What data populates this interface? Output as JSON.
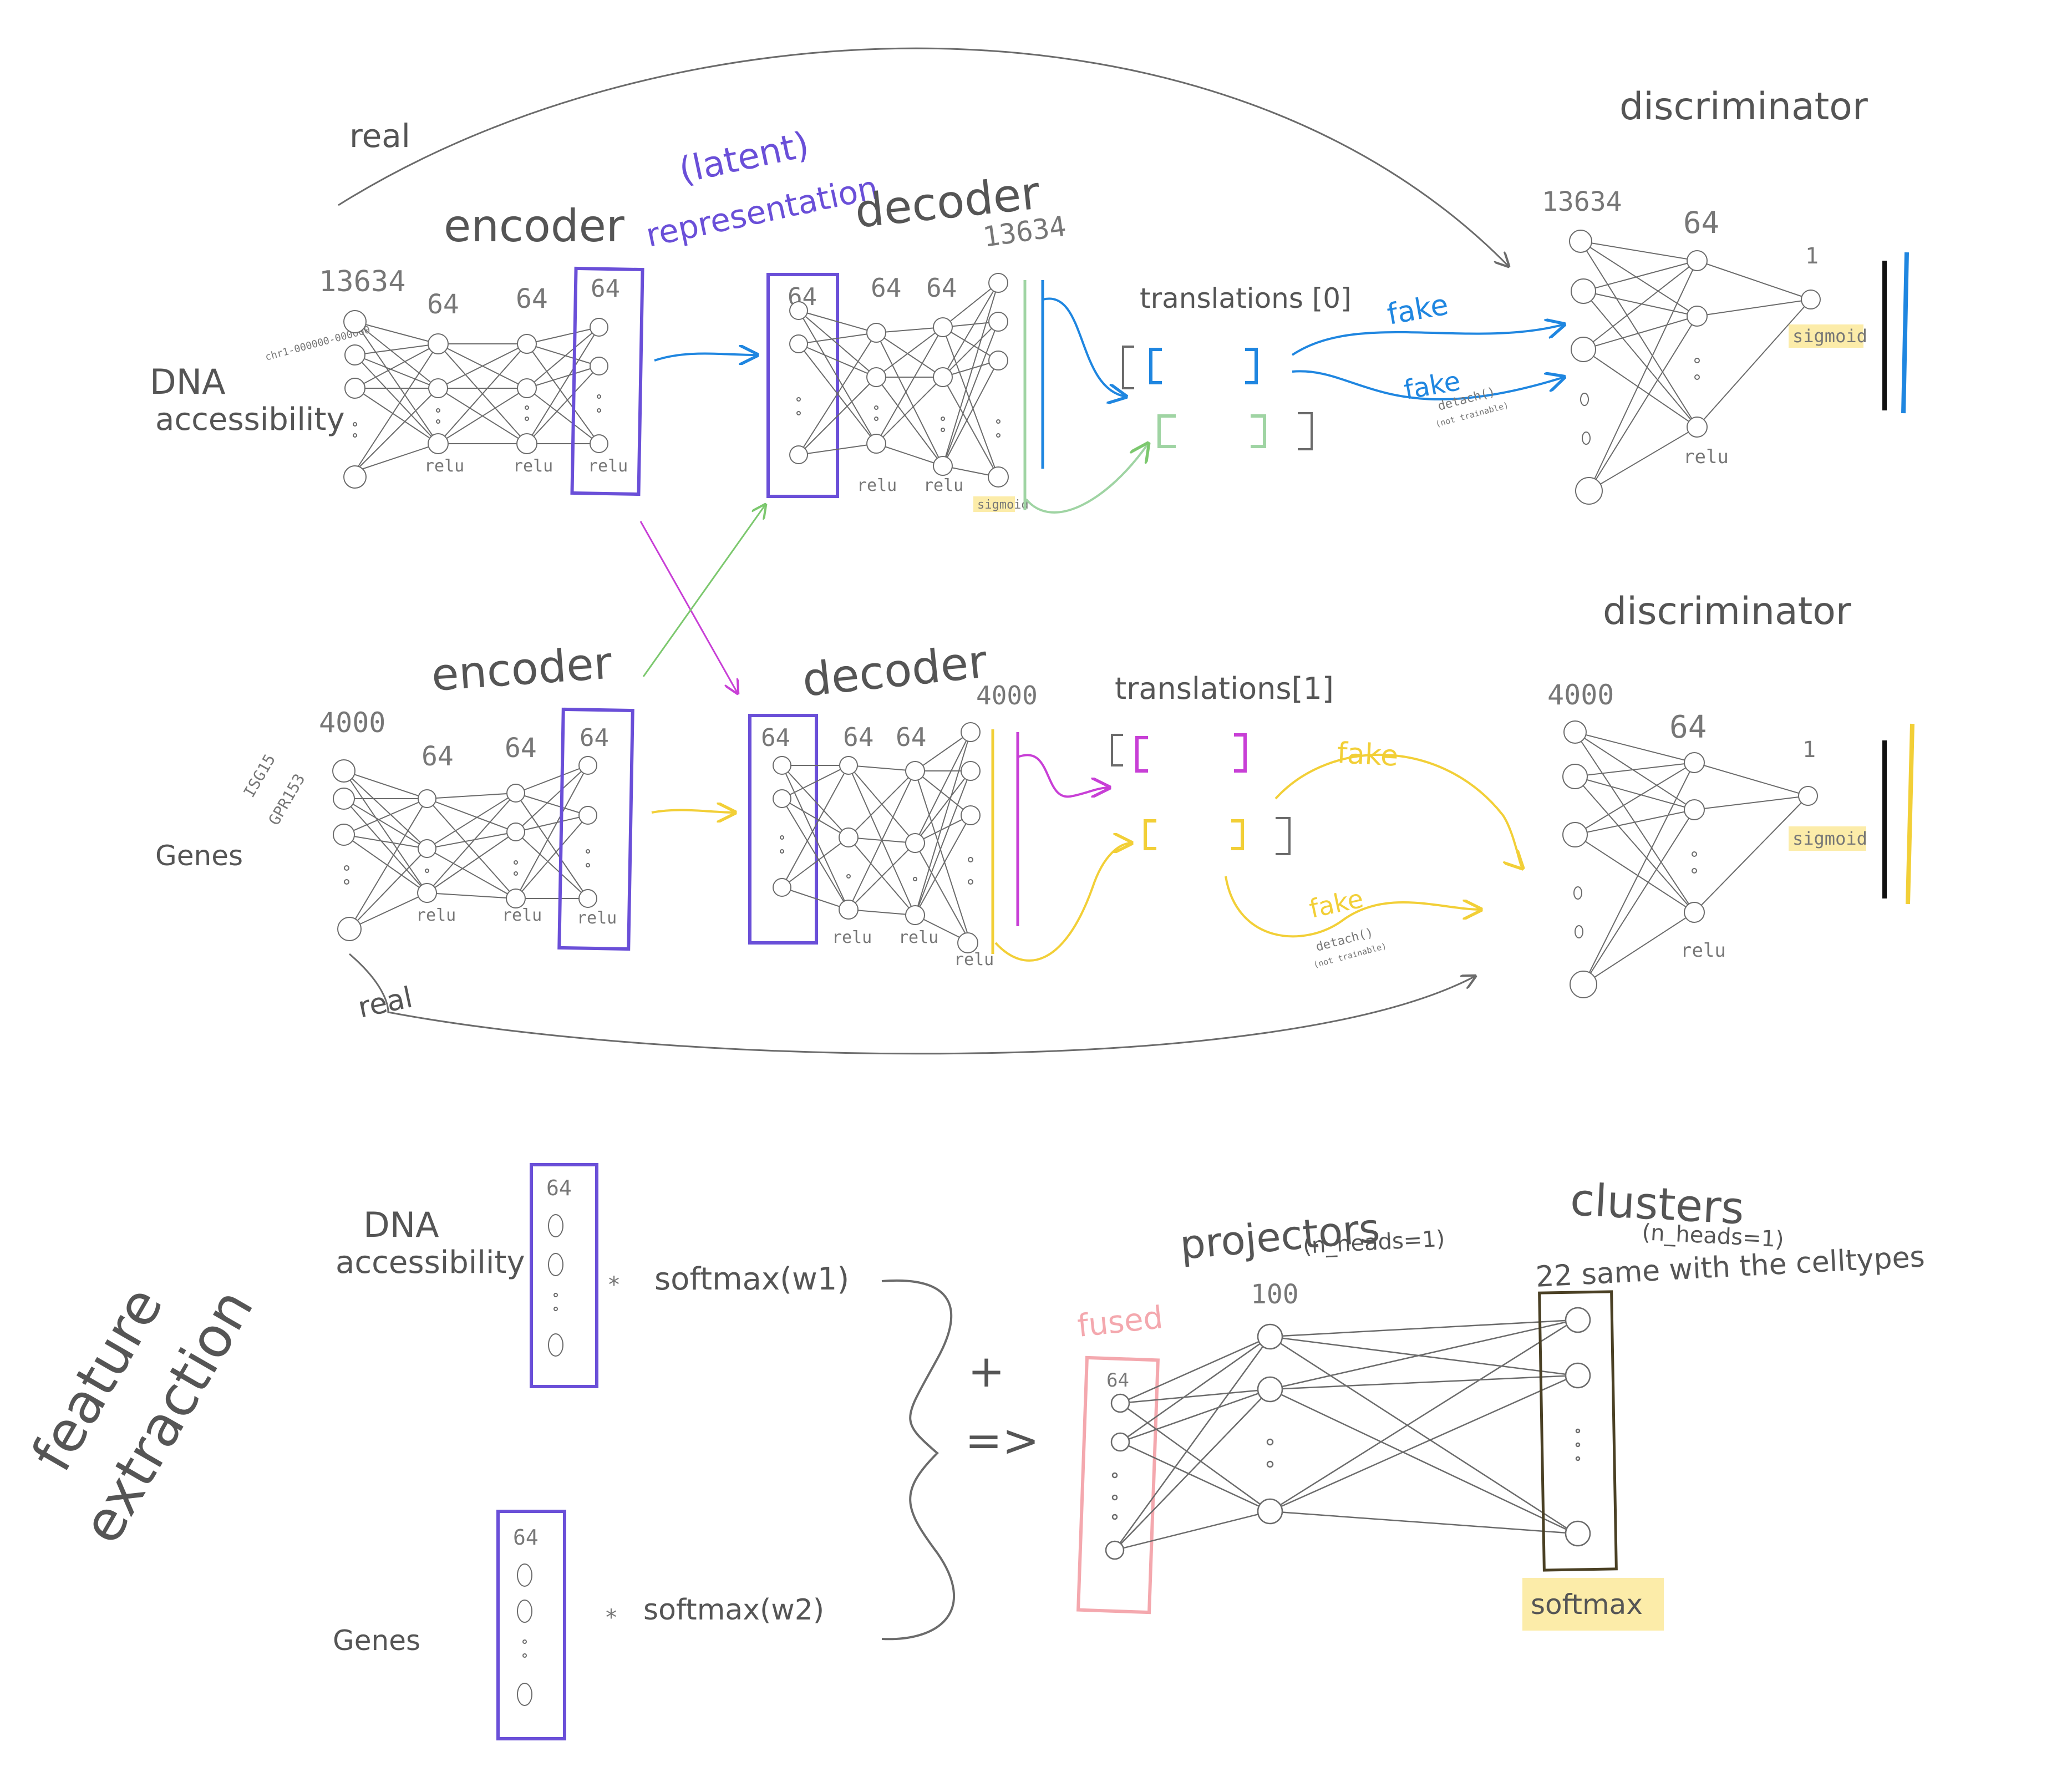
{
  "colors": {
    "pencil": "#6b6b6b",
    "purple": "#6a4fd8",
    "blue": "#1f86e0",
    "green": "#9fd4a3",
    "magenta": "#c83fd6",
    "yellow": "#f2cf37",
    "pink": "#f4a8ae",
    "highlight": "#fce99a",
    "dark": "#111111",
    "cluster_border": "#4a4024"
  },
  "labels": {
    "real_top": "real",
    "real_bottom": "real",
    "latent": "(latent)",
    "representation": "representation",
    "encoder_top": "encoder",
    "encoder_bottom": "encoder",
    "decoder_top": "decoder",
    "decoder_bottom": "decoder",
    "discriminator_top": "discriminator",
    "discriminator_bottom": "discriminator",
    "translations0": "translations [0]",
    "translations1": "translations[1]",
    "fake": "fake",
    "detach": "detach()",
    "detach_note": "(not trainable)",
    "dna": "DNA",
    "accessibility": "accessibility",
    "genes": "Genes",
    "dna_feature_tag": "chr1-000000-000000",
    "gene_tag_1": "ISG15",
    "gene_tag_2": "GPR153",
    "relu": "relu",
    "sigmoid": "sigmoid",
    "feature": "feature",
    "extraction": "extraction",
    "softmax_w1": "softmax(w1)",
    "softmax_w2": "softmax(w2)",
    "plus": "+",
    "implies": "=>",
    "fused": "fused",
    "projectors": "projectors",
    "projectors_heads": "(n_heads=1)",
    "clusters": "clusters",
    "clusters_heads": "(n_heads=1)",
    "clusters_note": "22 same with the celltypes",
    "softmax": "softmax",
    "times": "*"
  },
  "numbers": {
    "dna_size": "13634",
    "gene_size": "4000",
    "hidden": "64",
    "one": "1",
    "proj": "100"
  }
}
